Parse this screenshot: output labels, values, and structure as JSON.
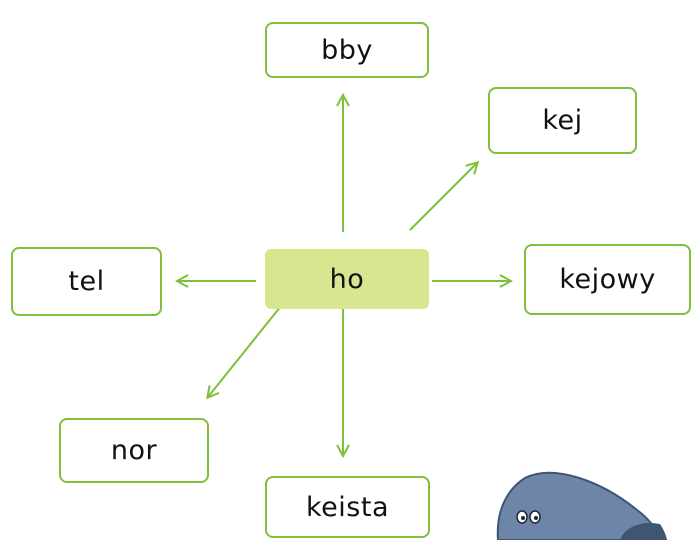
{
  "diagram": {
    "center": {
      "label": "ho"
    },
    "nodes": {
      "top": {
        "label": "bby"
      },
      "top_right": {
        "label": "kej"
      },
      "right": {
        "label": "kejowy"
      },
      "bottom": {
        "label": "keista"
      },
      "bottom_left": {
        "label": "nor"
      },
      "left": {
        "label": "tel"
      }
    },
    "colors": {
      "border": "#7fbf3a",
      "arrow": "#7fbf3a",
      "center_fill": "#d9e58f",
      "fish_body": "#6d86a8"
    },
    "icons": {
      "mascot": "whale-icon"
    }
  }
}
